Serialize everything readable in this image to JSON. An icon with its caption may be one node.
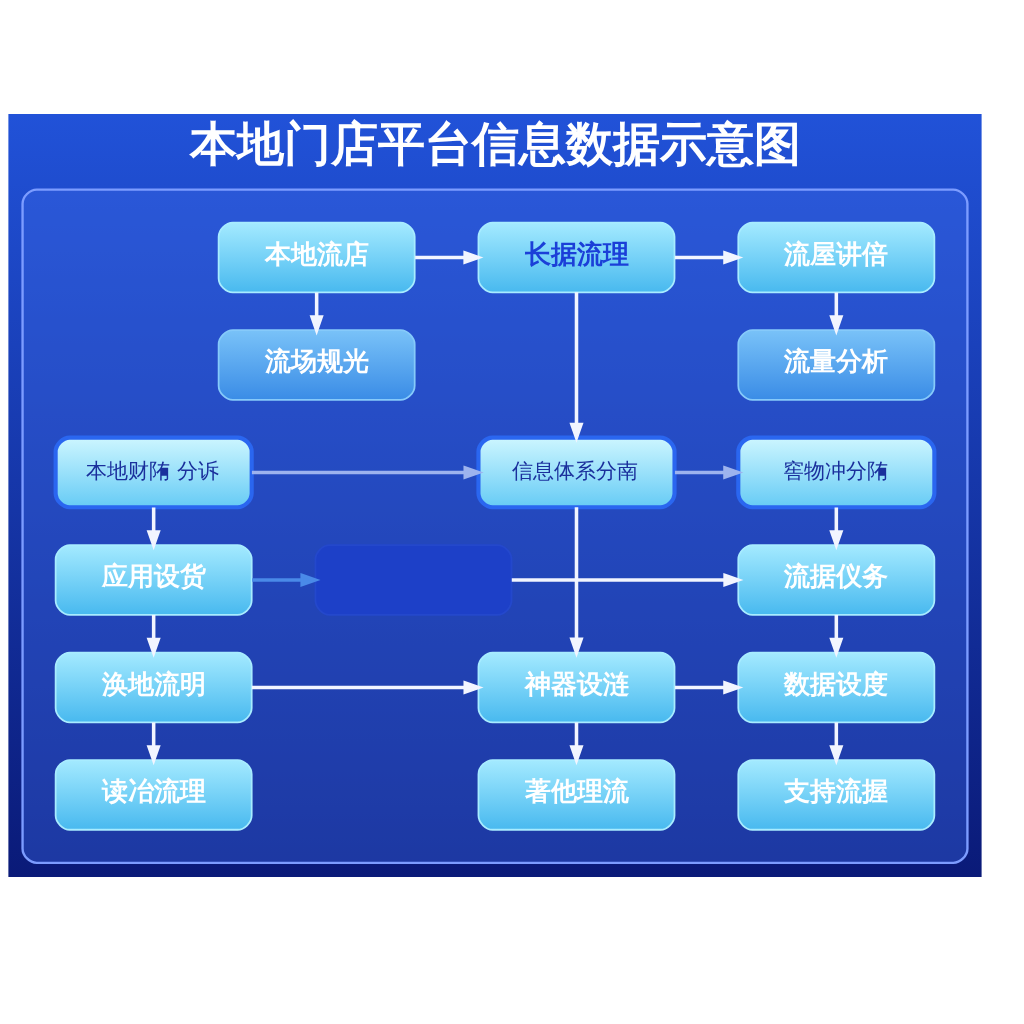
{
  "diagram": {
    "title": "本地门店平台信息数据示意图",
    "nodes": [
      {
        "text": [],
        "shape": "box"
      },
      {
        "text": [
          "本地流店"
        ],
        "in": 0
      },
      {
        "text": [
          "长据流理"
        ],
        "in": 0
      },
      {
        "text": [
          "流屋讲倍"
        ],
        "in": 0
      },
      {
        "text": [
          "流场规光"
        ],
        "in": 0
      },
      {
        "text": [
          "流量分析"
        ],
        "in": 0
      },
      {
        "text": [
          "本地财陏 分诉"
        ],
        "in": 0
      },
      {
        "text": [
          "信息体系分南"
        ],
        "in": 0
      },
      {
        "text": [
          "窖物冲分陏"
        ],
        "in": 0
      },
      {
        "text": [
          "应用设货"
        ],
        "in": 0
      },
      {
        "text": [],
        "shape": "box",
        "in": 0
      },
      {
        "text": [
          "流据仪务"
        ],
        "in": 0
      },
      {
        "text": [
          "涣地流明"
        ],
        "in": 0
      },
      {
        "text": [
          "神器设涟"
        ],
        "in": 0
      },
      {
        "text": [
          "数据设度"
        ],
        "in": 0
      },
      {
        "text": [
          "读冶流理"
        ],
        "in": 0
      },
      {
        "text": [
          "著他理流"
        ],
        "in": 0
      },
      {
        "text": [
          "支持流握"
        ],
        "in": 0
      }
    ],
    "edges": [
      {
        "from": 1,
        "to": 2,
        "arrow": "to"
      },
      {
        "from": 2,
        "to": 3,
        "arrow": "to"
      },
      {
        "from": 1,
        "to": 4,
        "arrow": "to"
      },
      {
        "from": 3,
        "to": 5,
        "arrow": "to"
      },
      {
        "from": 2,
        "to": 7,
        "arrow": "to"
      },
      {
        "from": 6,
        "to": 7,
        "arrow": "to",
        "color": "#9db3ee"
      },
      {
        "from": 7,
        "to": 8,
        "arrow": "to",
        "color": "#9db3ee"
      },
      {
        "from": 6,
        "to": 9,
        "arrow": "to"
      },
      {
        "from": 8,
        "to": 11,
        "arrow": "to"
      },
      {
        "from": 9,
        "to": 10,
        "arrow": "to",
        "color": "#4a8ae8"
      },
      {
        "from": 10,
        "to": 11,
        "arrow": "to"
      },
      {
        "from": 7,
        "to": 13,
        "arrow": "to"
      },
      {
        "from": 9,
        "to": 12,
        "arrow": "to"
      },
      {
        "from": 11,
        "to": 14,
        "arrow": "to"
      },
      {
        "from": 12,
        "to": 13,
        "arrow": "to"
      },
      {
        "from": 13,
        "to": 14,
        "arrow": "to"
      },
      {
        "from": 12,
        "to": 15,
        "arrow": "to"
      },
      {
        "from": 13,
        "to": 16,
        "arrow": "to"
      },
      {
        "from": 14,
        "to": 17,
        "arrow": "to"
      }
    ]
  }
}
